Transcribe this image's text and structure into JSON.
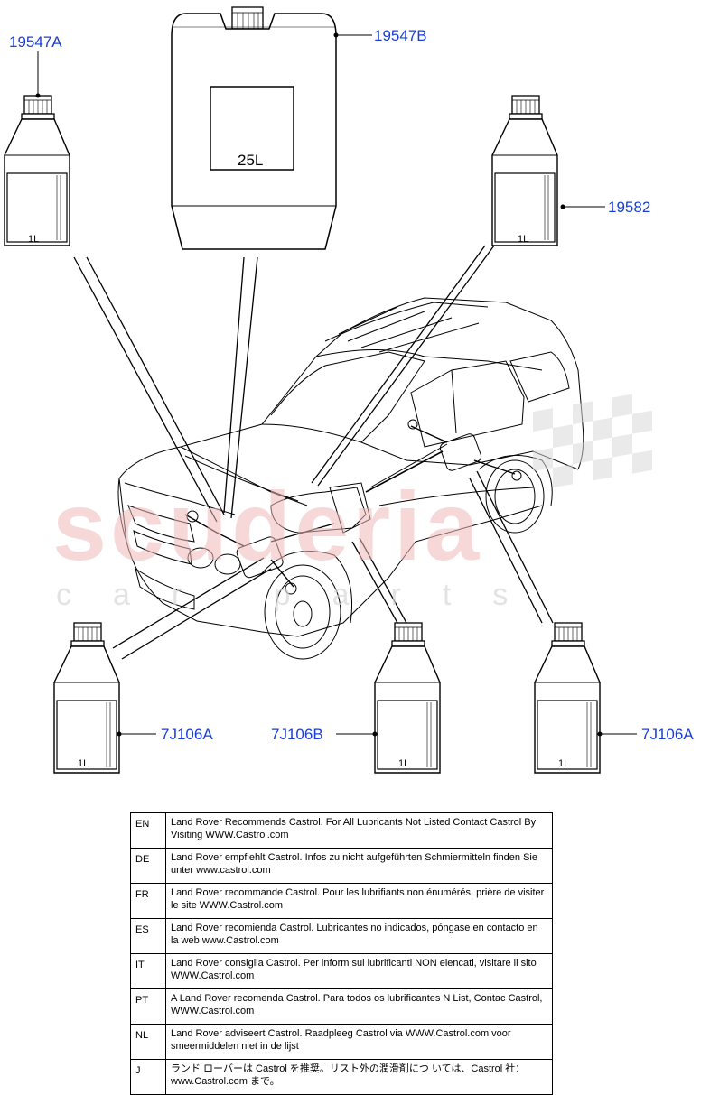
{
  "containers": [
    {
      "id": "top-left-1l",
      "volume": "1L",
      "part": "19547A"
    },
    {
      "id": "top-center-25l",
      "volume": "25L",
      "part": "19547B"
    },
    {
      "id": "top-right-1l",
      "volume": "1L",
      "part": "19582"
    },
    {
      "id": "bottom-left-1l",
      "volume": "1L",
      "part": "7J106A"
    },
    {
      "id": "bottom-center-1l",
      "volume": "1L",
      "part": "7J106B"
    },
    {
      "id": "bottom-right-1l",
      "volume": "1L",
      "part": "7J106A"
    }
  ],
  "watermark": {
    "main": "scuderia",
    "sub": "car parts"
  },
  "notes": [
    {
      "lang": "EN",
      "text": "Land Rover Recommends Castrol.  For All Lubricants Not Listed Contact Castrol By Visiting WWW.Castrol.com"
    },
    {
      "lang": "DE",
      "text": "Land Rover empfiehlt Castrol.  Infos zu nicht aufgeführten Schmiermitteln finden Sie unter www.castrol.com"
    },
    {
      "lang": "FR",
      "text": "Land Rover recommande Castrol. Pour les lubrifiants non énumérés, prière de visiter le site WWW.Castrol.com"
    },
    {
      "lang": "ES",
      "text": "Land Rover recomienda Castrol.  Lubricantes no indicados, póngase en contacto en la web www.Castrol.com"
    },
    {
      "lang": "IT",
      "text": "Land Rover consiglia Castrol.  Per inform sui lubrificanti NON elencati, visitare il sito WWW.Castrol.com"
    },
    {
      "lang": "PT",
      "text": "A Land Rover recomenda Castrol.  Para todos os lubrificantes N List, Contac Castrol, WWW.Castrol.com"
    },
    {
      "lang": "NL",
      "text": "Land Rover adviseert Castrol.  Raadpleeg Castrol via WWW.Castrol.com voor smeermiddelen niet in de lijst"
    },
    {
      "lang": "J",
      "text": "ランド ローバーは Castrol を推奨。リスト外の潤滑剤につ いては、Castrol 社：www.Castrol.com まで。"
    }
  ]
}
